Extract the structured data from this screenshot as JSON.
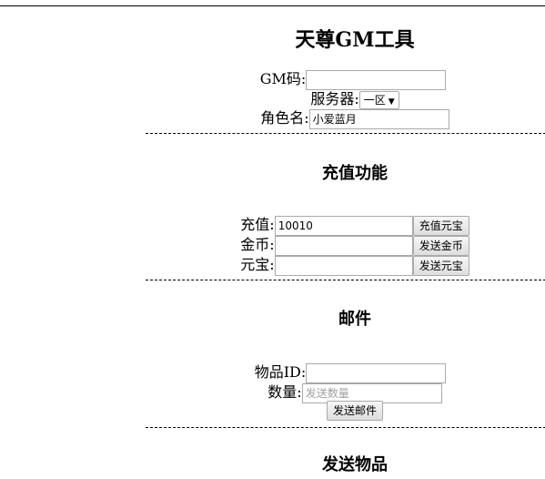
{
  "page": {
    "title": "天尊GM工具"
  },
  "gm_code": {
    "label": "GM码:",
    "value": ""
  },
  "server": {
    "label": "服务器:",
    "selected": "一区"
  },
  "role_name": {
    "label": "角色名:",
    "value": "小爱蓝月"
  },
  "recharge_section": {
    "title": "充值功能",
    "rows": [
      {
        "label": "充值:",
        "value": "10010",
        "button": "充值元宝"
      },
      {
        "label": "金币:",
        "value": "",
        "button": "发送金币"
      },
      {
        "label": "元宝:",
        "value": "",
        "button": "发送元宝"
      }
    ]
  },
  "mail_section": {
    "title": "邮件",
    "item_id": {
      "label": "物品ID:",
      "value": ""
    },
    "quantity": {
      "label": "数量:",
      "placeholder": "发送数量"
    },
    "send_button": "发送邮件"
  },
  "send_item_section": {
    "title": "发送物品"
  }
}
